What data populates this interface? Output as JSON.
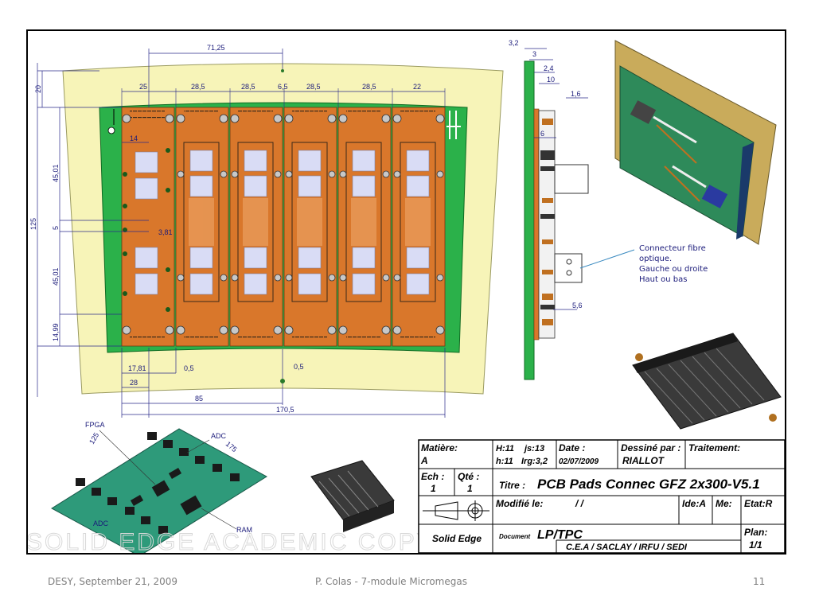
{
  "dimensions": {
    "top_width": "71,25",
    "col_widths": [
      "25",
      "28,5",
      "28,5",
      "6,5",
      "28,5",
      "28,5",
      "22"
    ],
    "left_margin": "20",
    "total_height": "125",
    "seg1": "45,01",
    "seg2": "5",
    "seg3": "45,01",
    "seg4": "14,99",
    "small1": "14",
    "small2": "3,81",
    "bottom_17_81": "17,81",
    "bottom_0_5a": "0,5",
    "bottom_0_5b": "0,5",
    "bottom_28": "28",
    "bottom_85": "85",
    "bottom_170_5": "170,5",
    "side_3_2": "3,2",
    "side_3": "3",
    "side_2_4": "2,4",
    "side_10": "10",
    "side_1_6": "1,6",
    "side_6": "6",
    "side_5_6": "5,6",
    "iso_125": "125",
    "iso_175": "175"
  },
  "labels": {
    "connector_note": [
      "Connecteur fibre",
      "optique.",
      "Gauche ou droite",
      "Haut ou bas"
    ],
    "fpga": "FPGA",
    "adc_top": "ADC",
    "adc_bottom": "ADC",
    "ram": "RAM"
  },
  "watermark": "SOLID EDGE ACADEMIC COPY",
  "title_block": {
    "matiere_label": "Matière:",
    "matiere_value": "A",
    "h11": "H:11",
    "js13": "js:13",
    "h11b": "h:11",
    "irg": "Irg:3,2",
    "date_label": "Date :",
    "date_value": "02/07/2009",
    "dessine_label": "Dessiné par :",
    "dessine_value": "RIALLOT",
    "traitement_label": "Traitement:",
    "ech_label": "Ech :",
    "ech_value": "1",
    "qte_label": "Qté :",
    "qte_value": "1",
    "titre_label": "Titre :",
    "titre_value": "PCB Pads Connec GFZ 2x300-V5.1",
    "modifie_label": "Modifié le:",
    "modifie_value": "/   /",
    "ide": "Ide:A",
    "me": "Me:",
    "etat": "Etat:R",
    "software": "Solid Edge",
    "document_label": "Document",
    "document_value": "LP/TPC",
    "plan_label": "Plan:",
    "plan_value": "1/1",
    "org": "C.E.A / SACLAY / IRFU / SEDI"
  },
  "footer": {
    "left": "DESY, September 21, 2009",
    "center": "P. Colas - 7-module Micromegas",
    "page": "11"
  },
  "colors": {
    "outline_yellow": "#f7f4b8",
    "pcb_green": "#2bb14a",
    "module_orange": "#d9772b",
    "pad_blue": "#d9dcf5",
    "iso_green": "#2e8a5a"
  }
}
